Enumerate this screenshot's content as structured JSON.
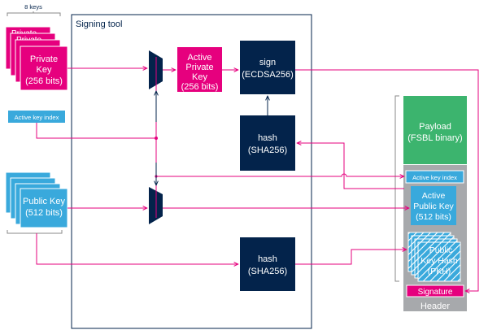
{
  "keys_count_label": "8 keys",
  "signing_tool_title": "Signing tool",
  "private_key": [
    "Private",
    "Key",
    "(256 bits)"
  ],
  "private_key_peek": "Private",
  "active_private_key": [
    "Active",
    "Private",
    "Key",
    "(256 bits)"
  ],
  "sign_block": [
    "sign",
    "(ECDSA256)"
  ],
  "hash_top": [
    "hash",
    "(SHA256)"
  ],
  "hash_bottom": [
    "hash",
    "(SHA256)"
  ],
  "active_key_index_input": "Active key index",
  "public_key": [
    "Public Key",
    "(512 bits)"
  ],
  "payload": [
    "Payload",
    "(FSBL binary)"
  ],
  "header_active_key_index": "Active key index",
  "header_active_public_key": [
    "Active",
    "Public Key",
    "(512 bits)"
  ],
  "header_pkh": [
    "Public",
    "Key Hash",
    "(PKH)"
  ],
  "signature": "Signature",
  "header_label": "Header",
  "colors": {
    "magenta": "#e6007e",
    "navy": "#03234b",
    "sky": "#39a9dc",
    "green": "#3cb46e",
    "grey": "#a7a9ac"
  }
}
